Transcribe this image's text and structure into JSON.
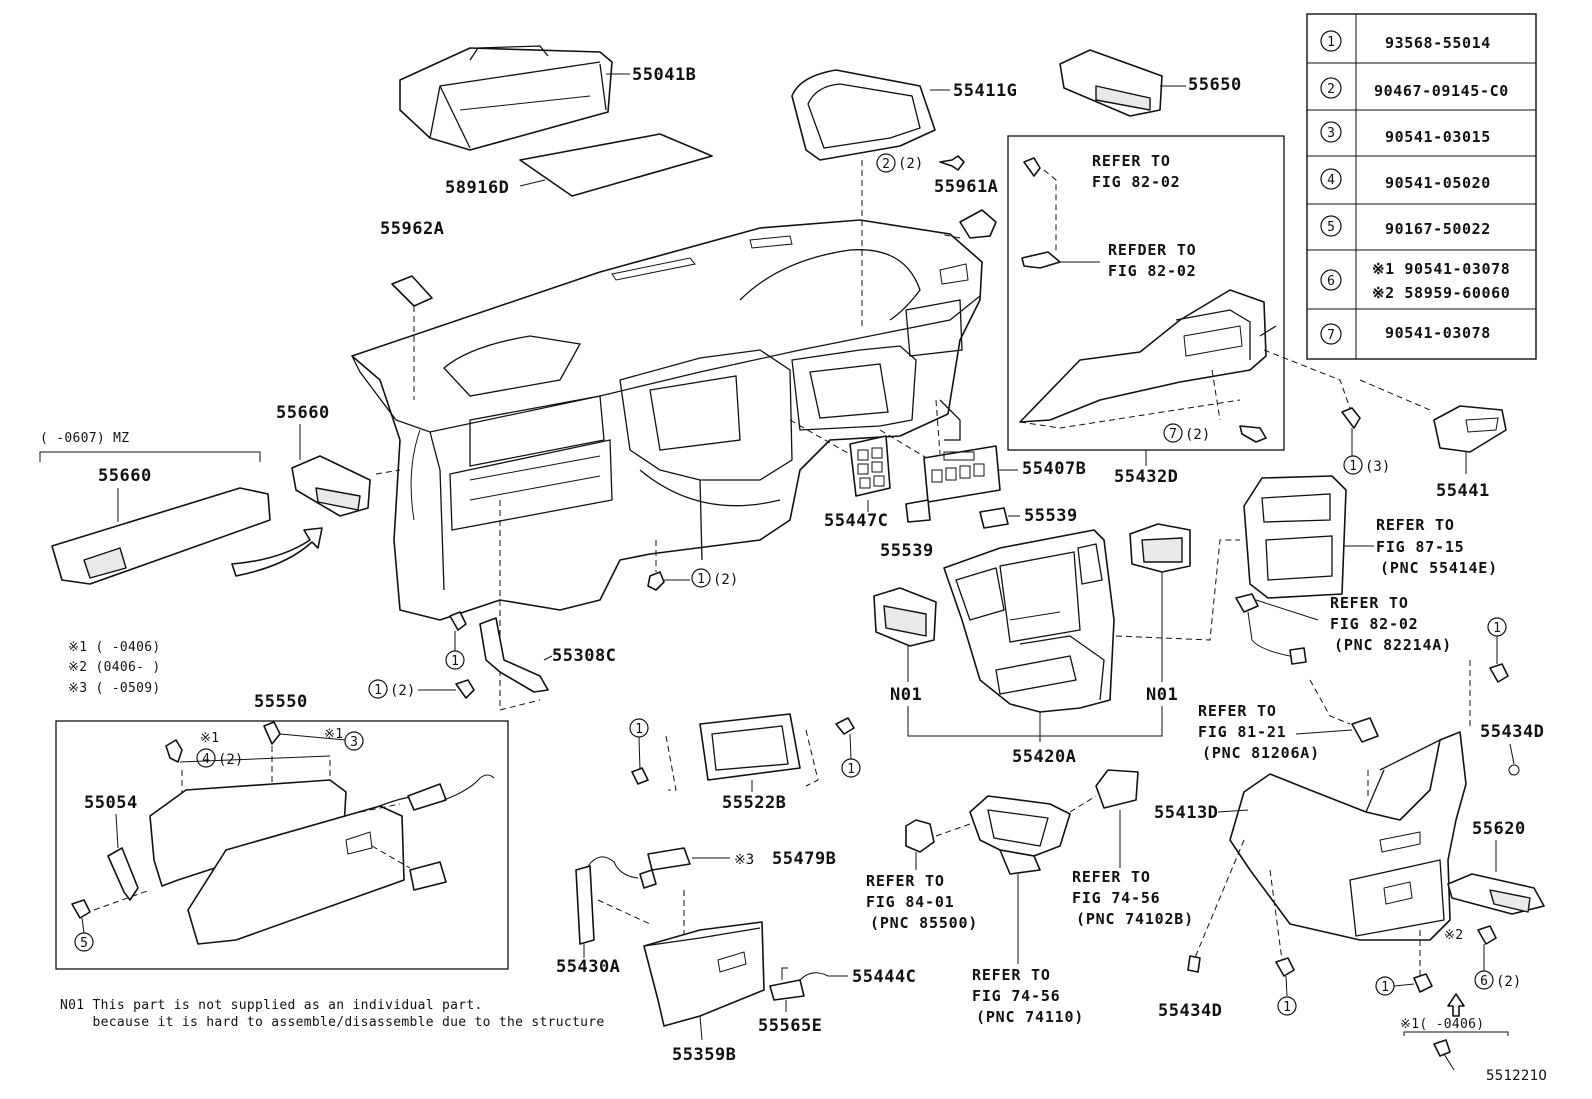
{
  "labels": {
    "l55041B": "55041B",
    "l58916D": "58916D",
    "l55411G": "55411G",
    "l55650": "55650",
    "l55961A": "55961A",
    "l55962A": "55962A",
    "l55660a": "55660",
    "l55660b": "55660",
    "l55407B": "55407B",
    "l55432D": "55432D",
    "l55441": "55441",
    "l55447C": "55447C",
    "l55539a": "55539",
    "l55539b": "55539",
    "l55308C": "55308C",
    "l55550": "55550",
    "l55054": "55054",
    "l55522B": "55522B",
    "l55479B": "55479B",
    "l55430A": "55430A",
    "l55444C": "55444C",
    "l55565E": "55565E",
    "l55359B": "55359B",
    "l55420A": "55420A",
    "lN01a": "N01",
    "lN01b": "N01",
    "l55413D": "55413D",
    "l55434Da": "55434D",
    "l55434Db": "55434D",
    "l55620": "55620",
    "figid": "551221O"
  },
  "mz_range": "(    -0607) MZ",
  "refs": {
    "r1a": "REFER TO",
    "r1b": "FIG 82-02",
    "r2a": "REFDER TO",
    "r2b": "FIG 82-02",
    "r3a": "REFER TO",
    "r3b": "FIG 87-15",
    "r3c": "(PNC 55414E)",
    "r4a": "REFER TO",
    "r4b": "FIG 82-02",
    "r4c": "(PNC 82214A)",
    "r5a": "REFER TO",
    "r5b": "FIG 81-21",
    "r5c": "(PNC 81206A)",
    "r6a": "REFER TO",
    "r6b": "FIG 84-01",
    "r6c": "(PNC 85500)",
    "r7a": "REFER TO",
    "r7b": "FIG 74-56",
    "r7c": "(PNC 74102B)",
    "r8a": "REFER TO",
    "r8b": "FIG 74-56",
    "r8c": "(PNC 74110)"
  },
  "qty": {
    "q2": "(2)",
    "q1_55411": "(2)",
    "q7": "(2)",
    "q3": "(3)",
    "q1mid": "(2)",
    "q1left": "(2)",
    "q4": "(2)",
    "q6": "(2)",
    "s3_55479B": "※3"
  },
  "legend_notes": {
    "n1": "※1 (    -0406)",
    "n2": "※2 (0406-    )",
    "n3": "※3 (    -0509)",
    "inner1": "※1",
    "inner3": "※1",
    "s2": "※2",
    "s1b": "※1(   -0406)"
  },
  "footnote": {
    "line1": "N01 This part is not supplied as an individual part.",
    "line2": "    because it is hard to assemble/disassemble due to the structure"
  },
  "table": {
    "rows": [
      {
        "num": "1",
        "part": "93568-55014"
      },
      {
        "num": "2",
        "part": "90467-09145-C0"
      },
      {
        "num": "3",
        "part": "90541-03015"
      },
      {
        "num": "4",
        "part": "90541-05020"
      },
      {
        "num": "5",
        "part": "90167-50022"
      },
      {
        "num": "6",
        "part_a": "※1 90541-03078",
        "part_b": "※2 58959-60060"
      },
      {
        "num": "7",
        "part": "90541-03078"
      }
    ]
  }
}
